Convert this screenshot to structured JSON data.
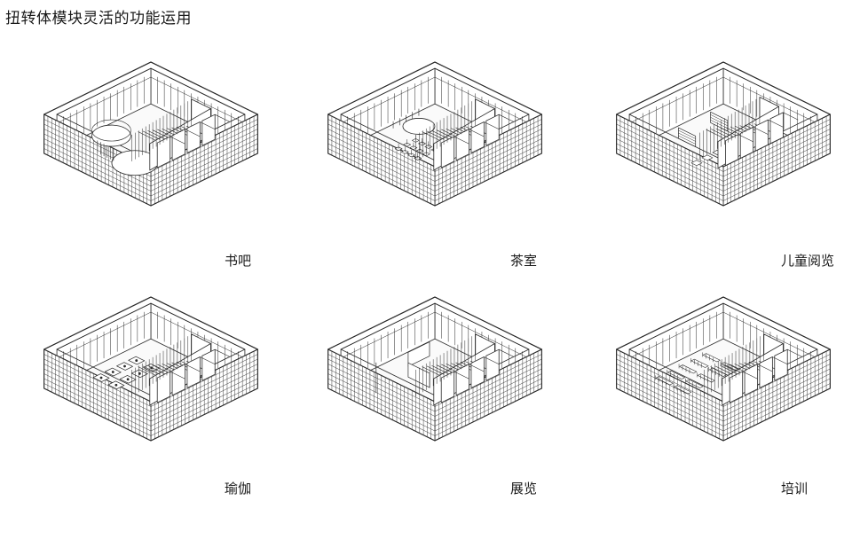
{
  "page": {
    "title": "扭转体模块灵活的功能运用"
  },
  "panels": [
    {
      "caption": "书吧",
      "layout": "bookbar"
    },
    {
      "caption": "茶室",
      "layout": "tea"
    },
    {
      "caption": "儿童阅览",
      "layout": "kids"
    },
    {
      "caption": "瑜伽",
      "layout": "yoga"
    },
    {
      "caption": "展览",
      "layout": "exhibit"
    },
    {
      "caption": "培训",
      "layout": "training"
    }
  ],
  "colors": {
    "line": "#2a2a2a",
    "fill": "#ffffff",
    "floor": "#fafafa"
  }
}
